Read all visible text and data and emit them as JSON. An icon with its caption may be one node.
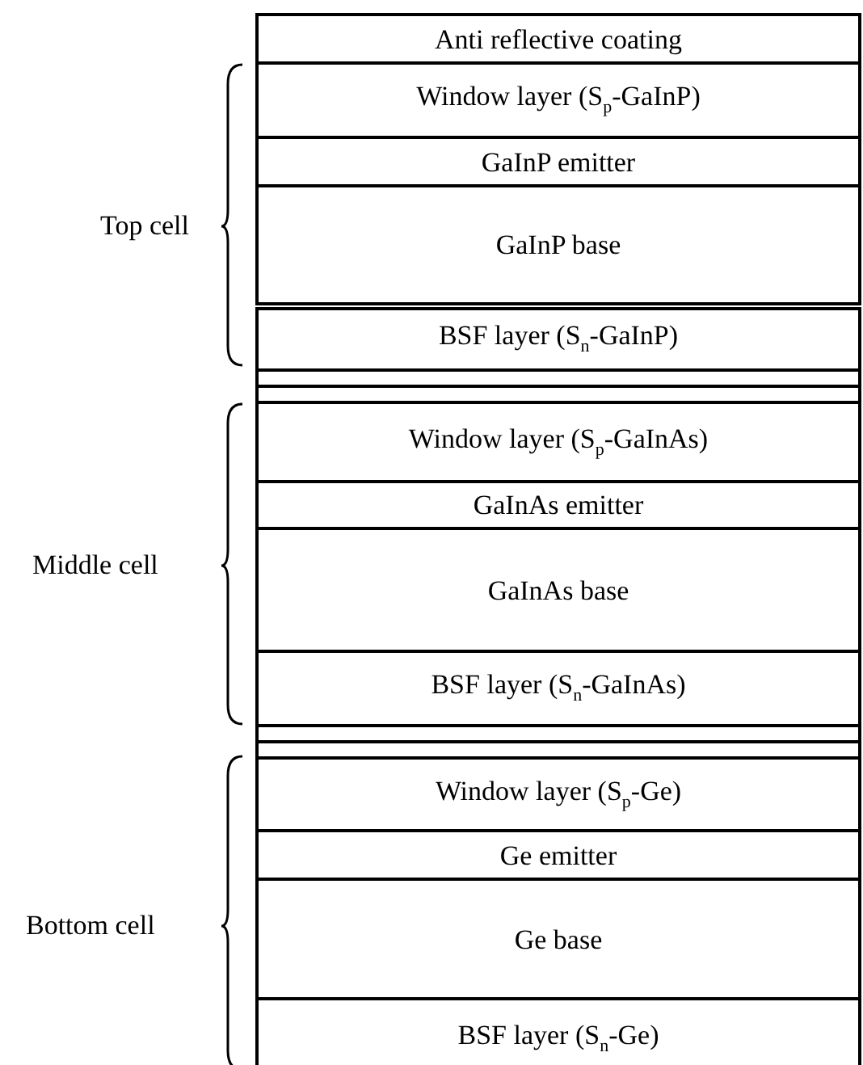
{
  "diagram": {
    "nodes": [
      {
        "text": [
          "Anti reflective coating"
        ]
      },
      {
        "text": [
          "Window layer (S$_{p}$-GaInP)"
        ]
      },
      {
        "text": [
          "GaInP emitter"
        ]
      },
      {
        "text": [
          "GaInP base"
        ]
      },
      {
        "text": [
          "BSF layer (S$_{n}$-GaInP)"
        ]
      },
      {
        "text": [],
        "shape": "box"
      },
      {
        "text": [],
        "shape": "box"
      },
      {
        "text": [
          "Window layer (S$_{p}$-GaInAs)"
        ]
      },
      {
        "text": [
          "GaInAs emitter"
        ]
      },
      {
        "text": [
          "GaInAs base"
        ]
      },
      {
        "text": [
          "BSF layer (S$_{n}$-GaInAs)"
        ]
      },
      {
        "text": [],
        "shape": "box"
      },
      {
        "text": [],
        "shape": "box"
      },
      {
        "text": [
          "Window layer (S$_{p}$-Ge)"
        ]
      },
      {
        "text": [
          "Ge emitter"
        ]
      },
      {
        "text": [
          "Ge base"
        ]
      },
      {
        "text": [
          "BSF layer (S$_{n}$-Ge)"
        ]
      }
    ],
    "edges": [],
    "labels": [
      "Top cell",
      "Middle cell",
      "Bottom cell"
    ]
  }
}
